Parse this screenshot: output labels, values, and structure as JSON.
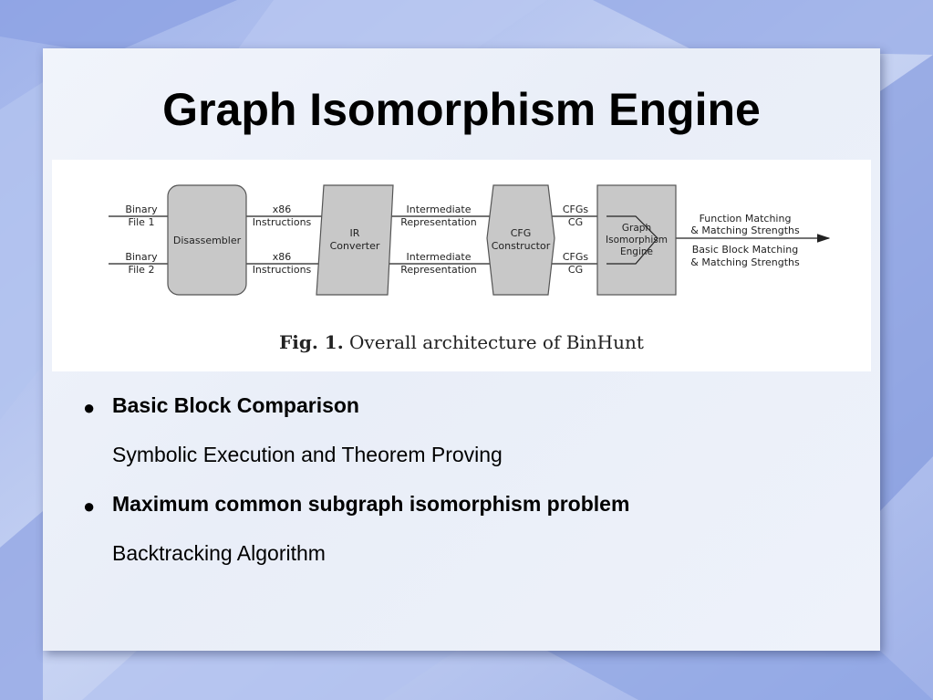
{
  "slide": {
    "title": "Graph Isomorphism Engine"
  },
  "figure": {
    "inputs": [
      {
        "line1": "Binary",
        "line2": "File 1"
      },
      {
        "line1": "Binary",
        "line2": "File 2"
      }
    ],
    "stages": [
      {
        "label_lines": [
          "Disassembler"
        ]
      },
      {
        "label_lines": [
          "IR",
          "Converter"
        ]
      },
      {
        "label_lines": [
          "CFG",
          "Constructor"
        ]
      },
      {
        "label_lines": [
          "Graph",
          "Isomorphism",
          "Engine"
        ]
      }
    ],
    "edge_labels": [
      {
        "top": {
          "line1": "x86",
          "line2": "Instructions"
        },
        "bottom": {
          "line1": "x86",
          "line2": "Instructions"
        }
      },
      {
        "top": {
          "line1": "Intermediate",
          "line2": "Representation"
        },
        "bottom": {
          "line1": "Intermediate",
          "line2": "Representation"
        }
      },
      {
        "top": {
          "line1": "CFGs",
          "line2": "CG"
        },
        "bottom": {
          "line1": "CFGs",
          "line2": "CG"
        }
      }
    ],
    "outputs": [
      {
        "line1": "Function Matching",
        "line2": "& Matching Strengths"
      },
      {
        "line1": "Basic Block Matching",
        "line2": "& Matching Strengths"
      }
    ],
    "caption_label": "Fig. 1.",
    "caption_text": "Overall architecture of BinHunt"
  },
  "bullets": [
    {
      "heading": "Basic Block Comparison",
      "detail": "Symbolic Execution and Theorem Proving"
    },
    {
      "heading": "Maximum common subgraph isomorphism problem",
      "detail": "Backtracking Algorithm"
    }
  ],
  "colors": {
    "slide_bg_outer": "#7f97dd",
    "box_fill": "#c8c8c8",
    "box_stroke": "#555555"
  }
}
